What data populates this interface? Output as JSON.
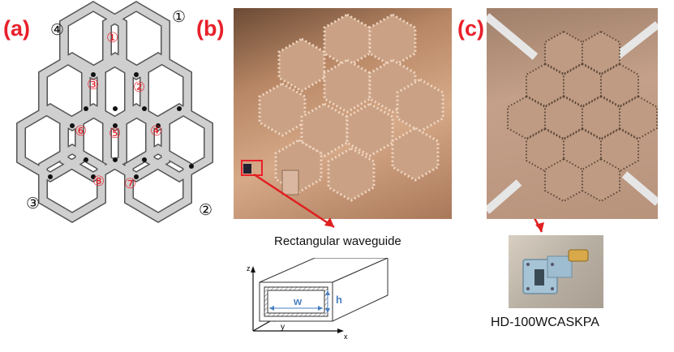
{
  "panels": {
    "a": {
      "label": "(a)",
      "ports": [
        "①",
        "②",
        "③",
        "④"
      ],
      "junctions": [
        "①",
        "②",
        "③",
        "④",
        "⑤",
        "⑥",
        "⑦",
        "⑧"
      ]
    },
    "b": {
      "label": "(b)",
      "callout_title": "Rectangular waveguide",
      "axis_z": "z",
      "axis_y": "y",
      "axis_x": "x",
      "dim_w": "w",
      "dim_h": "h"
    },
    "c": {
      "label": "(c)",
      "connector_caption": "HD-100WCASKPA"
    }
  },
  "colors": {
    "label_red": "#e8202a",
    "waveguide_fill": "#c8c8c8",
    "copper": "#c9956f",
    "accent_blue": "#4a7fc1"
  }
}
